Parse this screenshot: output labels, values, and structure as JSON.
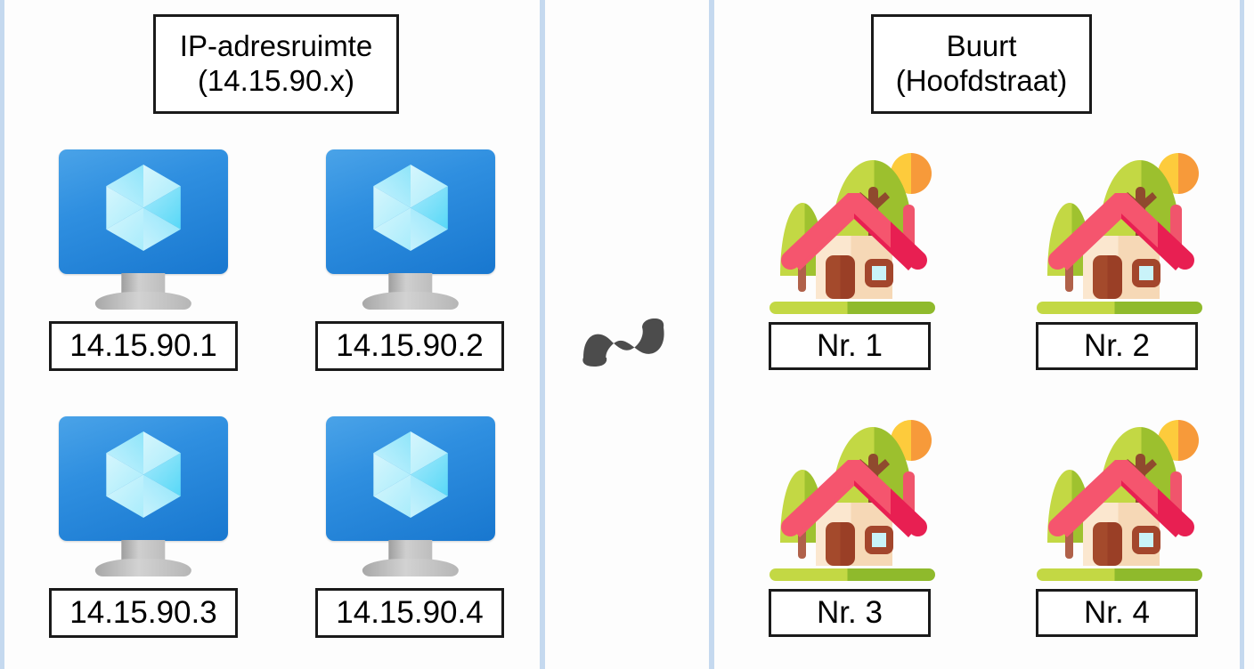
{
  "diagram": {
    "title_not_shown": "",
    "left_panel": {
      "header": {
        "line1": "IP-adresruimte",
        "line2": "(14.15.90.x)"
      },
      "nodes": [
        {
          "icon": "computer-monitor-icon",
          "label": "14.15.90.1"
        },
        {
          "icon": "computer-monitor-icon",
          "label": "14.15.90.2"
        },
        {
          "icon": "computer-monitor-icon",
          "label": "14.15.90.3"
        },
        {
          "icon": "computer-monitor-icon",
          "label": "14.15.90.4"
        }
      ]
    },
    "connector": {
      "symbol": "~",
      "icon_name": "tilde-analogy-icon"
    },
    "right_panel": {
      "header": {
        "line1": "Buurt",
        "line2": "(Hoofdstraat)"
      },
      "nodes": [
        {
          "icon": "house-icon",
          "label": "Nr. 1"
        },
        {
          "icon": "house-icon",
          "label": "Nr. 2"
        },
        {
          "icon": "house-icon",
          "label": "Nr. 3"
        },
        {
          "icon": "house-icon",
          "label": "Nr. 4"
        }
      ]
    },
    "colors": {
      "divider": "#c5d9ef",
      "box_border": "#1a1a1a",
      "monitor_blue": "#2f8fe0",
      "cube_cyan": "#6fe0f7",
      "roof_pink": "#ef3e5c",
      "wall_cream": "#fbe3c8",
      "door_brown": "#a3462c",
      "tree_green": "#bcd438",
      "grass_green": "#8db531",
      "sun_yellow": "#fcc93c",
      "sun_orange": "#f79a3a",
      "tilde_gray": "#4c4c4c"
    }
  }
}
